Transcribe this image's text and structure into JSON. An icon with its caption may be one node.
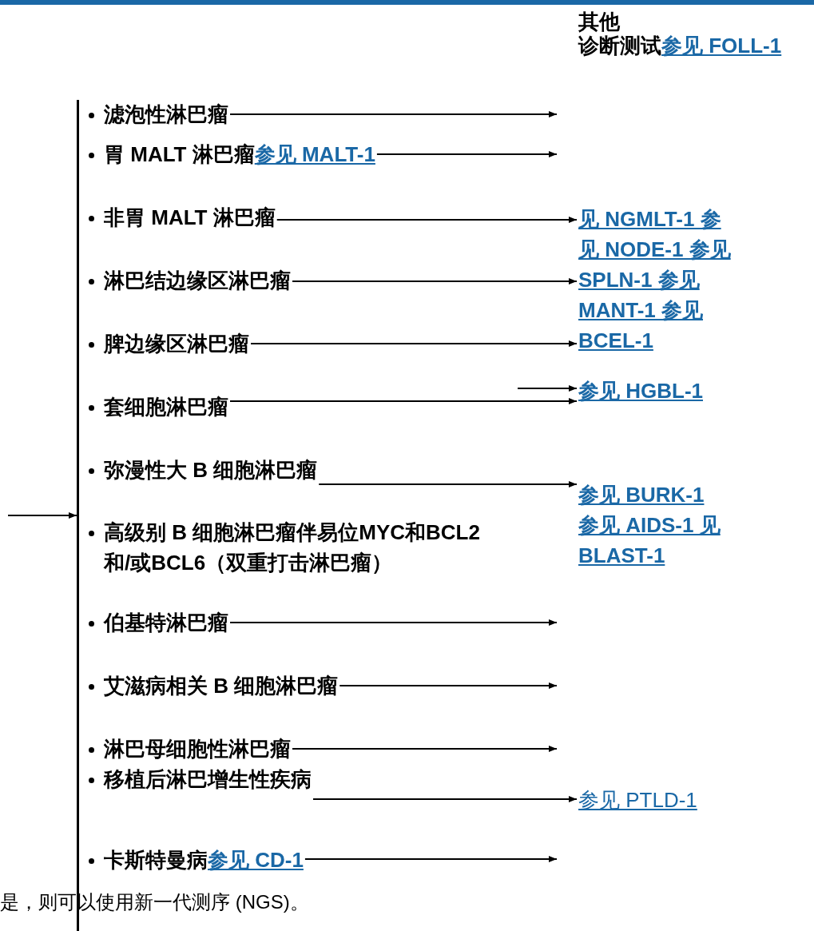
{
  "diagram": {
    "nodes": [
      {
        "text": [
          "滤泡性淋巴瘤"
        ]
      },
      {
        "text": [
          "胃 MALT 淋巴瘤",
          "参见 MALT-1"
        ]
      },
      {
        "text": [
          "非胃 MALT 淋巴瘤"
        ]
      },
      {
        "text": [
          "淋巴结边缘区淋巴瘤"
        ]
      },
      {
        "text": [
          "脾边缘区淋巴瘤"
        ]
      },
      {
        "text": [
          "套细胞淋巴瘤"
        ]
      },
      {
        "text": [
          "弥漫性大 B 细胞淋巴瘤"
        ]
      },
      {
        "text": [
          "高级别 B 细胞淋巴瘤伴易位MYC和BCL2和/或BCL6（双重打击淋巴瘤）"
        ]
      },
      {
        "text": [
          "伯基特淋巴瘤"
        ]
      },
      {
        "text": [
          "艾滋病相关 B 细胞淋巴瘤"
        ]
      },
      {
        "text": [
          "淋巴母细胞性淋巴瘤"
        ]
      },
      {
        "text": [
          "移植后淋巴增生性疾病"
        ]
      },
      {
        "text": [
          "卡斯特曼病",
          "参见 CD-1"
        ]
      },
      {
        "text": [
          "见 NGMLT-1 参见 NODE-1 参见 SPLN-1 参见 MANT-1 参见 BCEL-1"
        ]
      },
      {
        "text": [
          "参见 HGBL-1"
        ]
      },
      {
        "text": [
          "参见 BURK-1 参见 AIDS-1 见 BLAST-1"
        ]
      },
      {
        "text": [
          "参见 PTLD-1"
        ]
      },
      {
        "text": [],
        "shape": "bar"
      }
    ],
    "edges": [
      {
        "from": 0,
        "to": null,
        "arrow": "to"
      },
      {
        "from": 1,
        "to": null,
        "arrow": "to"
      },
      {
        "from": 2,
        "to": 13,
        "arrow": "to"
      },
      {
        "from": 3,
        "to": 13,
        "arrow": "to"
      },
      {
        "from": 4,
        "to": 13,
        "arrow": "to"
      },
      {
        "from": null,
        "to": 14,
        "arrow": "to"
      },
      {
        "from": 5,
        "to": 14,
        "arrow": "to"
      },
      {
        "from": 6,
        "to": 15,
        "arrow": "to"
      },
      {
        "from": 8,
        "to": null,
        "arrow": "to"
      },
      {
        "from": 9,
        "to": null,
        "arrow": "to"
      },
      {
        "from": 10,
        "to": null,
        "arrow": "to"
      },
      {
        "from": 11,
        "to": 16,
        "arrow": "to"
      },
      {
        "from": 12,
        "to": null,
        "arrow": "to"
      },
      {
        "from": null,
        "to": 17,
        "arrow": "to"
      }
    ],
    "labels": [
      "其他",
      "诊断测试",
      "参见 FOLL-1",
      "是，则可以使用新一代测序 (NGS)。"
    ]
  }
}
